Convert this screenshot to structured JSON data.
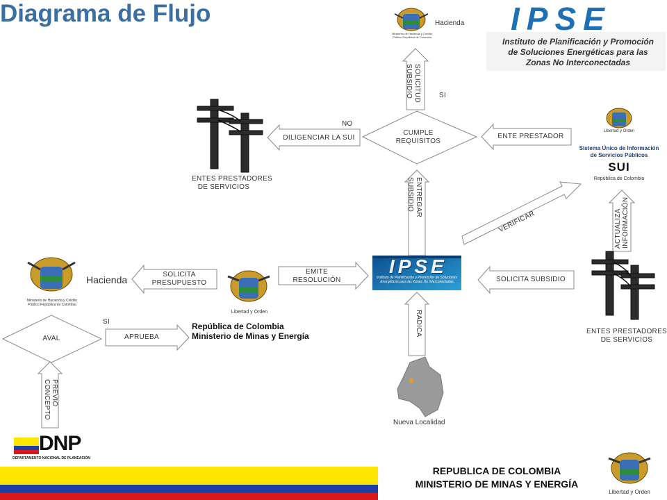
{
  "title": "Diagrama de Flujo",
  "ipse_logo": {
    "text": "IPSE",
    "line1": "Instituto de Planificación y Promoción",
    "line2": "de Soluciones Energéticas para las",
    "line3": "Zonas No Interconectadas",
    "small": "Instituto de Planificación y Promoción de Soluciones Energéticas para las Zonas No Interconectadas"
  },
  "hacienda_top": {
    "label": "Hacienda",
    "seal_text": "Ministerio de Hacienda y Crédito Público República de Colombia"
  },
  "hacienda_left": {
    "label": "Hacienda",
    "seal_text": "Ministerio de Hacienda y Crédito Público República de Colombia"
  },
  "sui": {
    "seal_text": "Libertad y Orden",
    "line1": "Sistema Único de Información",
    "line2": "de Servicios Públicos",
    "brand": "SUI",
    "line3": "República de Colombia"
  },
  "minminas": {
    "seal_text": "Libertad y Orden",
    "line1": "República de Colombia",
    "line2": "Ministerio de Minas y Energía"
  },
  "entes_top": {
    "line1": "ENTES PRESTADORES",
    "line2": "DE SERVICIOS"
  },
  "entes_right": {
    "line1": "ENTES PRESTADORES",
    "line2": "DE SERVICIOS"
  },
  "nueva_localidad": "Nueva Localidad",
  "flow": {
    "solicitud_subsidio": "SOLICITUD SUBSIDIO",
    "si_top": "SI",
    "no": "NO",
    "cumple": {
      "line1": "CUMPLE",
      "line2": "REQUISITOS"
    },
    "diligenciar": "DILIGENCIAR LA SUI",
    "ente_prestador": "ENTE PRESTADOR",
    "entregar_subsidio": "ENTREGAR SUBSIDIO",
    "verificar": "VERIFICAR",
    "actualiza": {
      "line1": "ACTUALIZA",
      "line2": "INFORMACIÓN"
    },
    "solicita_presupuesto": {
      "line1": "SOLICITA",
      "line2": "PRESUPUESTO"
    },
    "emite_resolucion": {
      "line1": "EMITE",
      "line2": "RESOLUCIÓN"
    },
    "solicita_subsidio": "SOLICITA SUBSIDIO",
    "si_left": "SI",
    "aval": "AVAL",
    "aprueba": "APRUEBA",
    "radica": "RADICA",
    "previo_concepto": {
      "line1": "PREVIO",
      "line2": "CONCEPTO"
    }
  },
  "dnp": {
    "text": "DNP",
    "subtitle": "DEPARTAMENTO NACIONAL DE PLANEACIÓN"
  },
  "footer": {
    "line1": "REPUBLICA DE COLOMBIA",
    "line2": "MINISTERIO DE MINAS Y ENERGÍA",
    "seal_text": "Libertad y Orden"
  },
  "colors": {
    "title": "#3b6ea1",
    "yellow": "#ffe600",
    "blue": "#1f3fa8",
    "red": "#d7191c",
    "ipse_blue": "#1e6fb3"
  }
}
